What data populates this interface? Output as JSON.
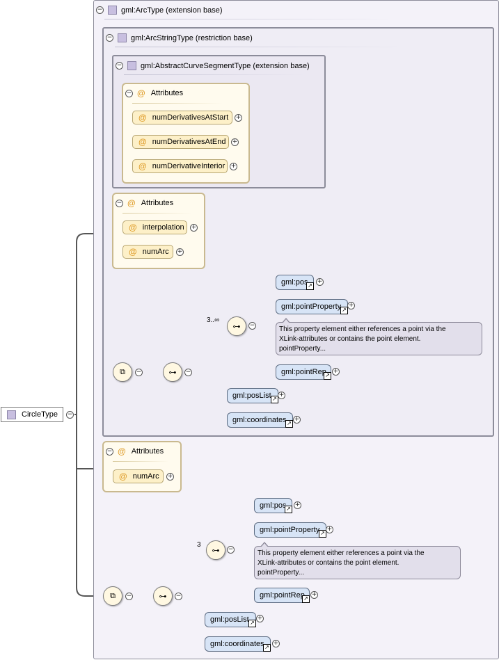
{
  "root": {
    "label": "CircleType",
    "icon": "complex-type-icon"
  },
  "arc_type": {
    "label": "gml:ArcType (extension base)"
  },
  "arc_string_type": {
    "label": "gml:ArcStringType (restriction base)"
  },
  "abstract_curve": {
    "label": "gml:AbstractCurveSegmentType (extension base)",
    "attributes_label": "Attributes",
    "attributes": [
      "numDerivativesAtStart",
      "numDerivativesAtEnd",
      "numDerivativeInterior"
    ]
  },
  "arc_string_attrs": {
    "label": "Attributes",
    "attributes": [
      "interpolation",
      "numArc"
    ]
  },
  "arc_string_seq": {
    "occurrence": "3..∞",
    "choice": [
      "gml:pos",
      "gml:pointProperty",
      "gml:pointRep"
    ],
    "note": [
      "This property element either references a point via the",
      "XLink-attributes or contains the point element.",
      "pointProperty..."
    ],
    "elements": [
      "gml:posList",
      "gml:coordinates"
    ]
  },
  "arc_attrs": {
    "label": "Attributes",
    "attributes": [
      "numArc"
    ]
  },
  "arc_seq": {
    "occurrence": "3",
    "choice": [
      "gml:pos",
      "gml:pointProperty",
      "gml:pointRep"
    ],
    "note": [
      "This property element either references a point via the",
      "XLink-attributes or contains the point element.",
      "pointProperty..."
    ],
    "elements": [
      "gml:posList",
      "gml:coordinates"
    ]
  },
  "symbols": {
    "collapse": "−",
    "expand": "+",
    "attribute": "@",
    "reference": "↗"
  },
  "colors": {
    "element_fill": "#d7e4f6",
    "attribute_fill": "#fdf0c8",
    "attribute_group_fill": "#fffbee",
    "type_box_fill": "#f4f2f9",
    "note_fill": "#e2dfeb"
  }
}
